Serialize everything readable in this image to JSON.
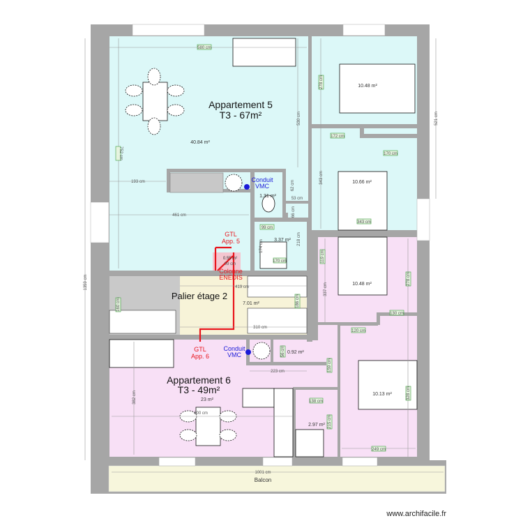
{
  "colors": {
    "apartment_5": "#dcf8f8",
    "apartment_6": "#f8e0f6",
    "landing": "#f7f3d8",
    "balcony": "#f7f6dc",
    "walls": "#a6a6a6",
    "gtl": "#e8141c",
    "vmc": "#1a1ad8"
  },
  "apartment_5": {
    "name": "Appartement 5",
    "type": "T3 - 67m²",
    "living_area": "40.84 m²",
    "wc_area": "1.31 m²",
    "bathroom_area": "3.37 m²",
    "bedroom_1_area": "10.48 m²",
    "bedroom_2_area": "10.66 m²"
  },
  "apartment_6": {
    "name": "Appartement 6",
    "type": "T3 - 49m²",
    "living_area": "23 m²",
    "wc_area": "0.92 m²",
    "bathroom_area": "2.97 m²",
    "bedroom_1_area": "10.48 m²",
    "bedroom_2_area": "10.13 m²"
  },
  "landing": {
    "name": "Palier étage 2",
    "area": "7.01 m²",
    "gaine_area": "0.55 m²"
  },
  "annotations": {
    "gtl_5": [
      "GTL",
      "App. 5"
    ],
    "gtl_6": [
      "GTL",
      "App. 6"
    ],
    "enedis": [
      "Colonne",
      "ENEDIS"
    ],
    "vmc_5": [
      "Conduit",
      "VMC"
    ],
    "vmc_6": [
      "Conduit",
      "VMC"
    ]
  },
  "balcony": {
    "name": "Balcon",
    "length": "1001 cm"
  },
  "dimensions": {
    "d580": "580 cm",
    "d752": "752 cm",
    "d530": "530 cm",
    "d193": "193 cm",
    "d461": "461 cm",
    "d62": "62 cm",
    "d53": "53 cm",
    "d66": "66 cm",
    "d99a": "99 cm",
    "d99b": "99 cm",
    "d278a": "278 cm",
    "d172": "172 cm",
    "d170a": "170 cm",
    "d343v": "343 cm",
    "d343h": "343 cm",
    "d521": "521 cm",
    "d218": "218 cm",
    "d174": "174 cm",
    "d170b": "170 cm",
    "d419": "419 cm",
    "d186": "186 cm",
    "d310": "310 cm",
    "d160": "160 cm",
    "d56": "56 cm",
    "d223": "223 cm",
    "d119": "119 cm",
    "d337": "337 cm",
    "d278b": "278 cm",
    "d130": "130 cm",
    "d120": "120 cm",
    "d159": "159 cm",
    "d328": "328 cm",
    "d138": "138 cm",
    "d215": "215 cm",
    "d249": "249 cm",
    "d382": "382 cm",
    "d600": "600 cm",
    "d1359": "1359 cm"
  },
  "watermark": "www.archifacile.fr"
}
